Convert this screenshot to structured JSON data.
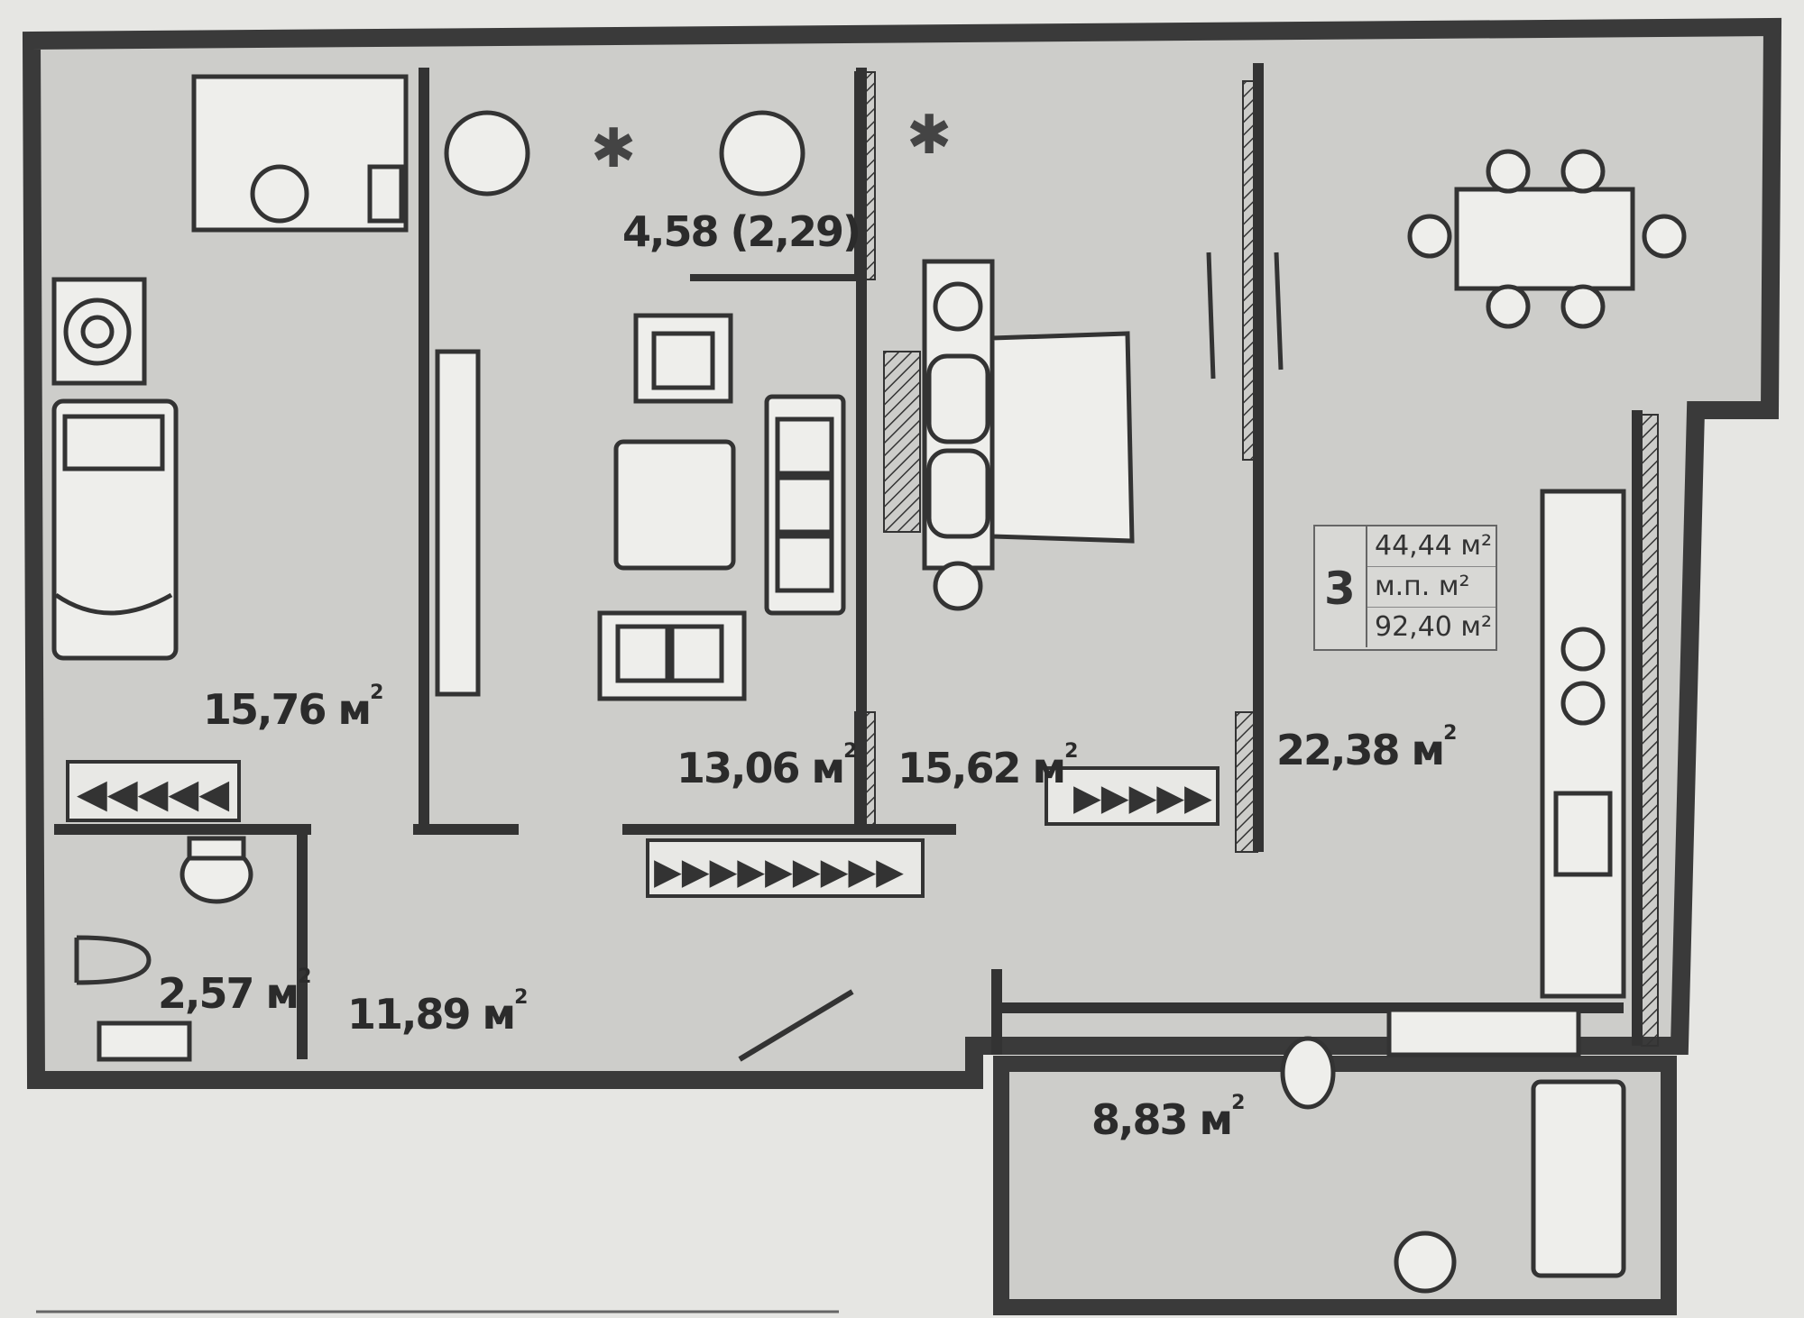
{
  "rooms": {
    "bedroom_left": {
      "area": "15,76",
      "unit": "м"
    },
    "living_room": {
      "area": "13,06",
      "unit": "м"
    },
    "balcony": {
      "area": "4,58 (2,29)"
    },
    "bedroom_mid": {
      "area": "15,62",
      "unit": "м"
    },
    "kitchen": {
      "area": "22,38",
      "unit": "м"
    },
    "wc": {
      "area": "2,57",
      "unit": "м"
    },
    "hallway": {
      "area": "11,89",
      "unit": "м"
    },
    "bathroom": {
      "area": "8,83",
      "unit": "м"
    }
  },
  "unit_tag": {
    "rooms_count": "3",
    "values": [
      "44,44 м²",
      "м.п. м²",
      "92,40 м²"
    ]
  },
  "colors": {
    "wall": "#3a3a3a",
    "floor": "#cdcdca",
    "background": "#e6e6e3",
    "furniture": "#2e2e2e"
  }
}
